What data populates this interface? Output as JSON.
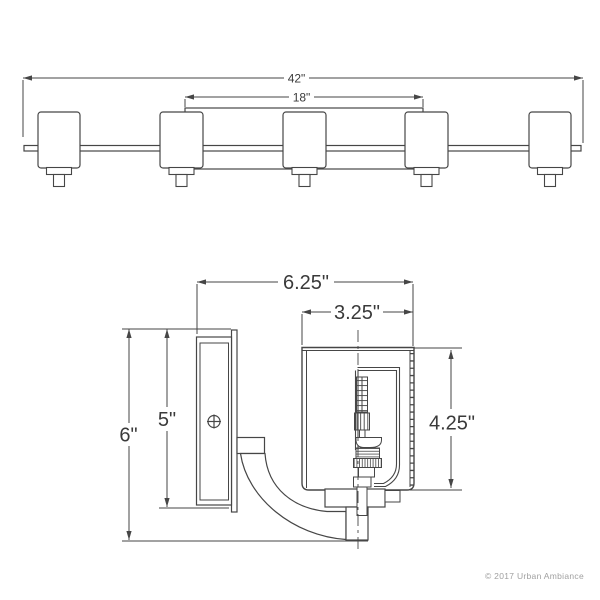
{
  "document": {
    "type": "technical-dimension-diagram",
    "subject": "5-light vanity bar light fixture, front view and sconce side view"
  },
  "top_view": {
    "overall_width_label": "42\"",
    "backplate_width_label": "18\""
  },
  "side_view": {
    "overall_depth_label": "6.25\"",
    "shade_width_label": "3.25\"",
    "overall_height_label": "6\"",
    "backplate_height_label": "5\"",
    "shade_height_label": "4.25\""
  },
  "footer": {
    "copyright": "© 2017 Urban Ambiance"
  },
  "colors": {
    "line": "#464646",
    "dimension_text": "#3a3a3a",
    "copyright_text": "#a0a0a0",
    "background": "#ffffff"
  }
}
